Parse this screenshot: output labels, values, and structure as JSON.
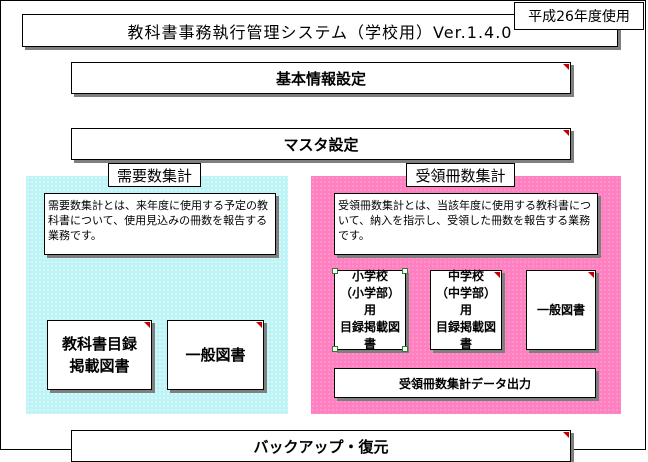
{
  "header": {
    "title": "教科書事務執行管理システム（学校用）Ver.1.4.0",
    "year_label": "平成26年度使用"
  },
  "menu": {
    "basic_settings": "基本情報設定",
    "master_settings": "マスタ設定",
    "backup_restore": "バックアップ・復元"
  },
  "demand_panel": {
    "heading": "需要数集計",
    "description": "需要数集計とは、来年度に使用する予定の教科書について、使用見込みの冊数を報告する業務です。",
    "buttons": {
      "textbook_catalog": "教科書目録\n掲載図書",
      "general_books": "一般図書"
    },
    "color": "#bff4f7"
  },
  "receive_panel": {
    "heading": "受領冊数集計",
    "description": "受領冊数集計とは、当該年度に使用する教科書について、納入を指示し、受領した冊数を報告する業務です。",
    "buttons": {
      "elementary": "小学校\n（小学部）用\n目録掲載図\n書",
      "junior_high": "中学校\n（中学部）用\n目録掲載図\n書",
      "general_books": "一般図書",
      "export": "受領冊数集計データ出力"
    },
    "color": "#ff80c0"
  },
  "colors": {
    "corner_marker": "#c00000",
    "shadow": "#7f7f7f"
  }
}
